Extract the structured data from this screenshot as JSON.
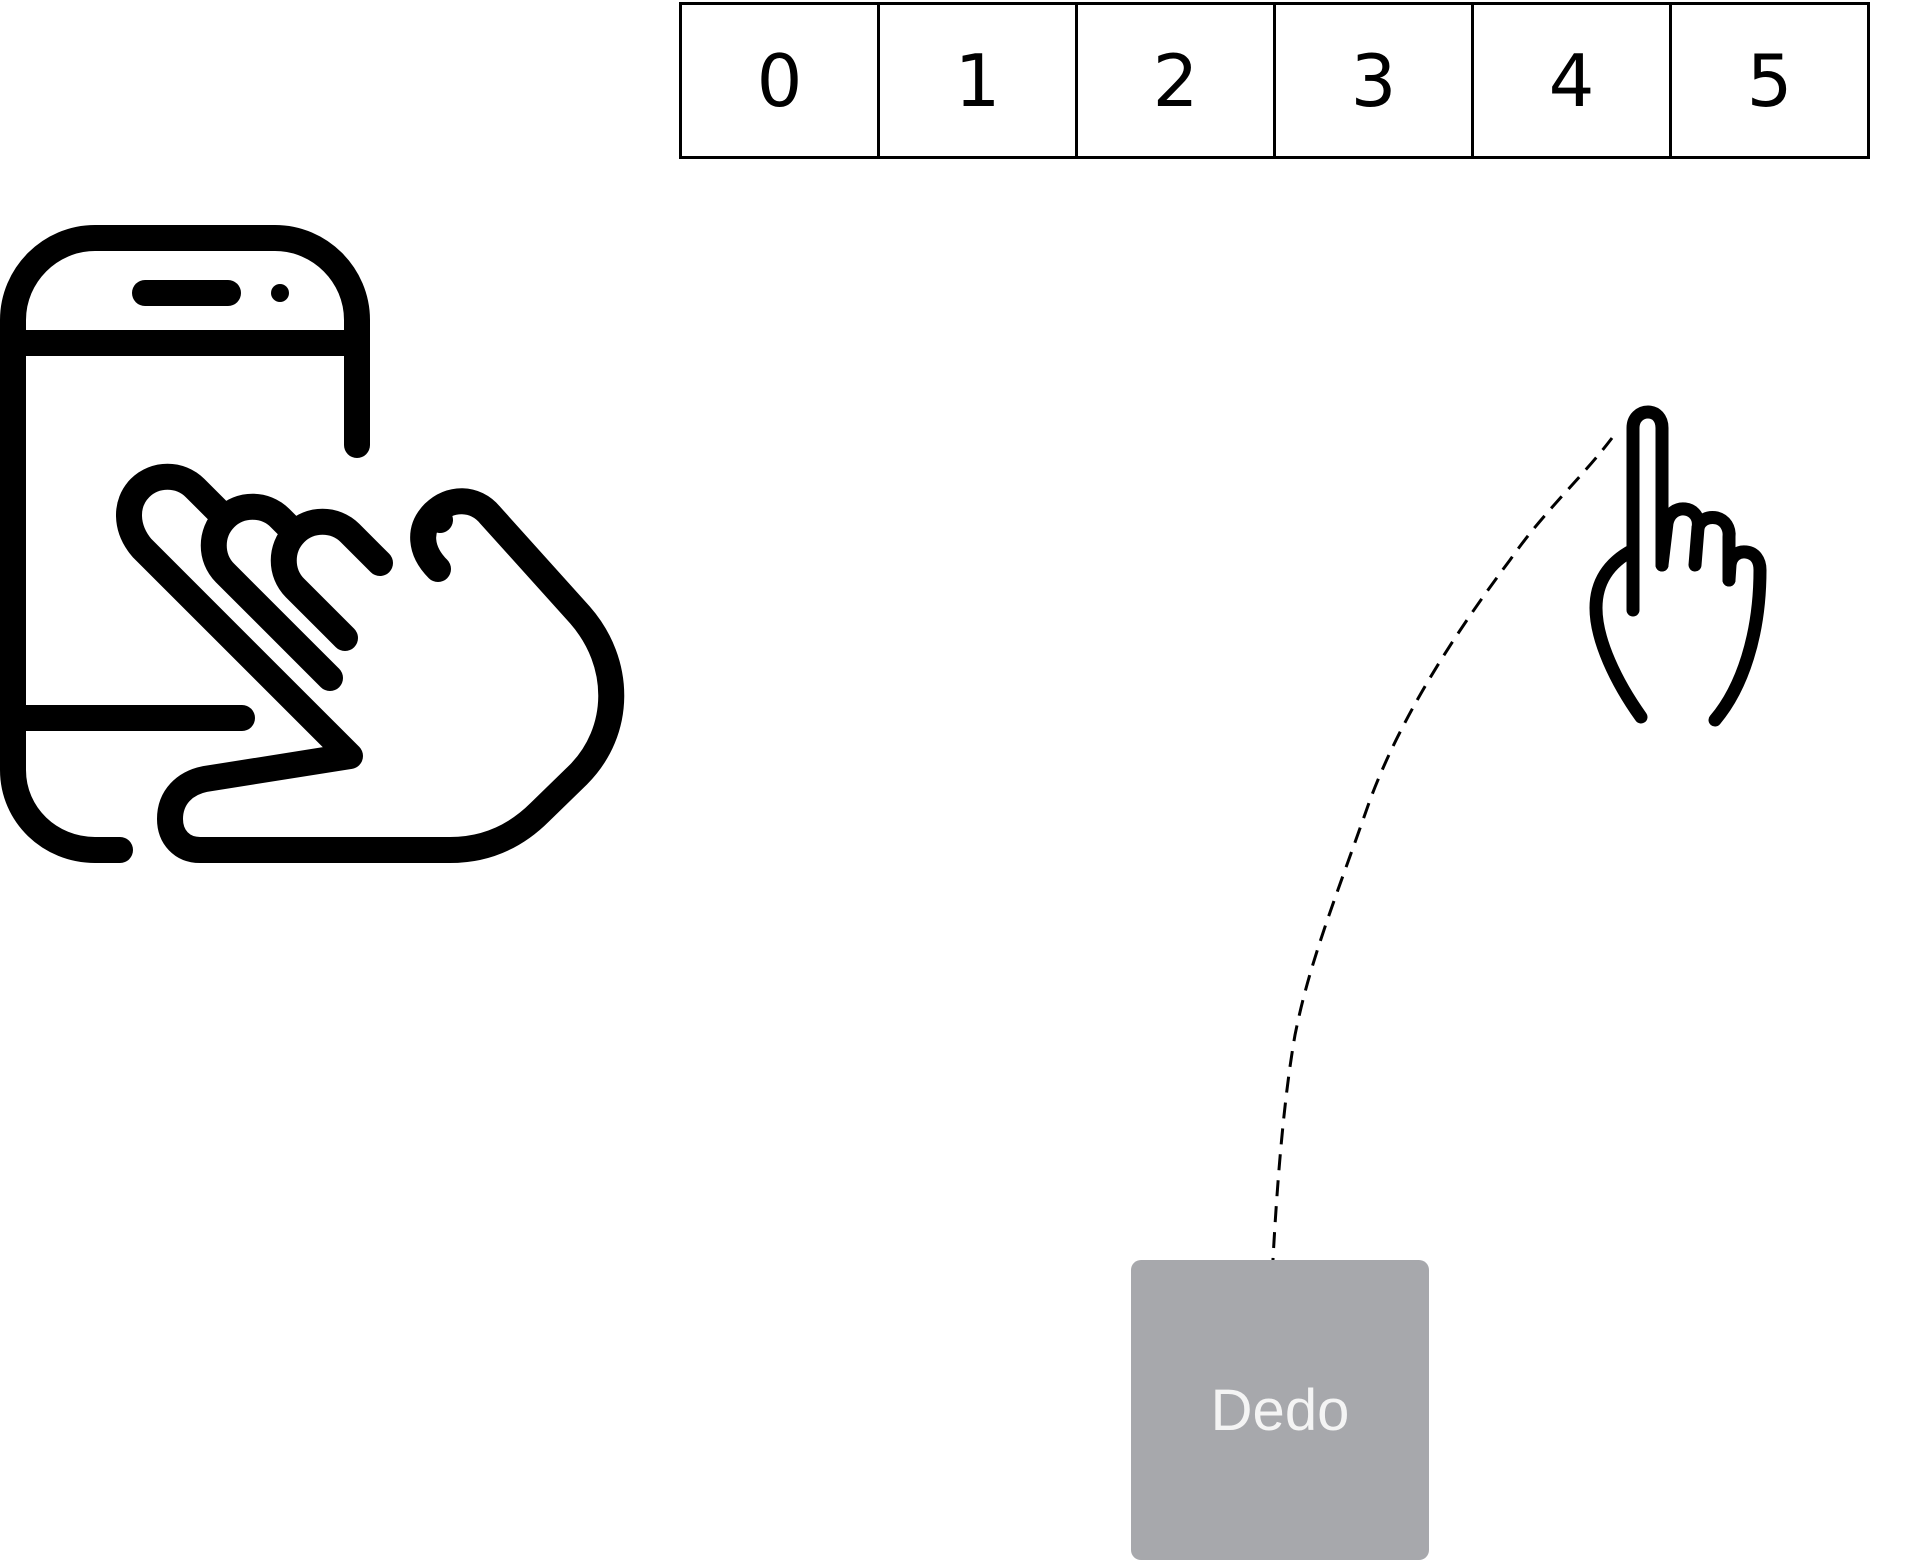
{
  "number_strip": {
    "cells": [
      "0",
      "1",
      "2",
      "3",
      "4",
      "5"
    ]
  },
  "icons": {
    "phone": "phone-touch-icon",
    "finger": "pointing-finger-icon"
  },
  "draggable": {
    "label": "Dedo",
    "color": "#a7a8ac"
  }
}
